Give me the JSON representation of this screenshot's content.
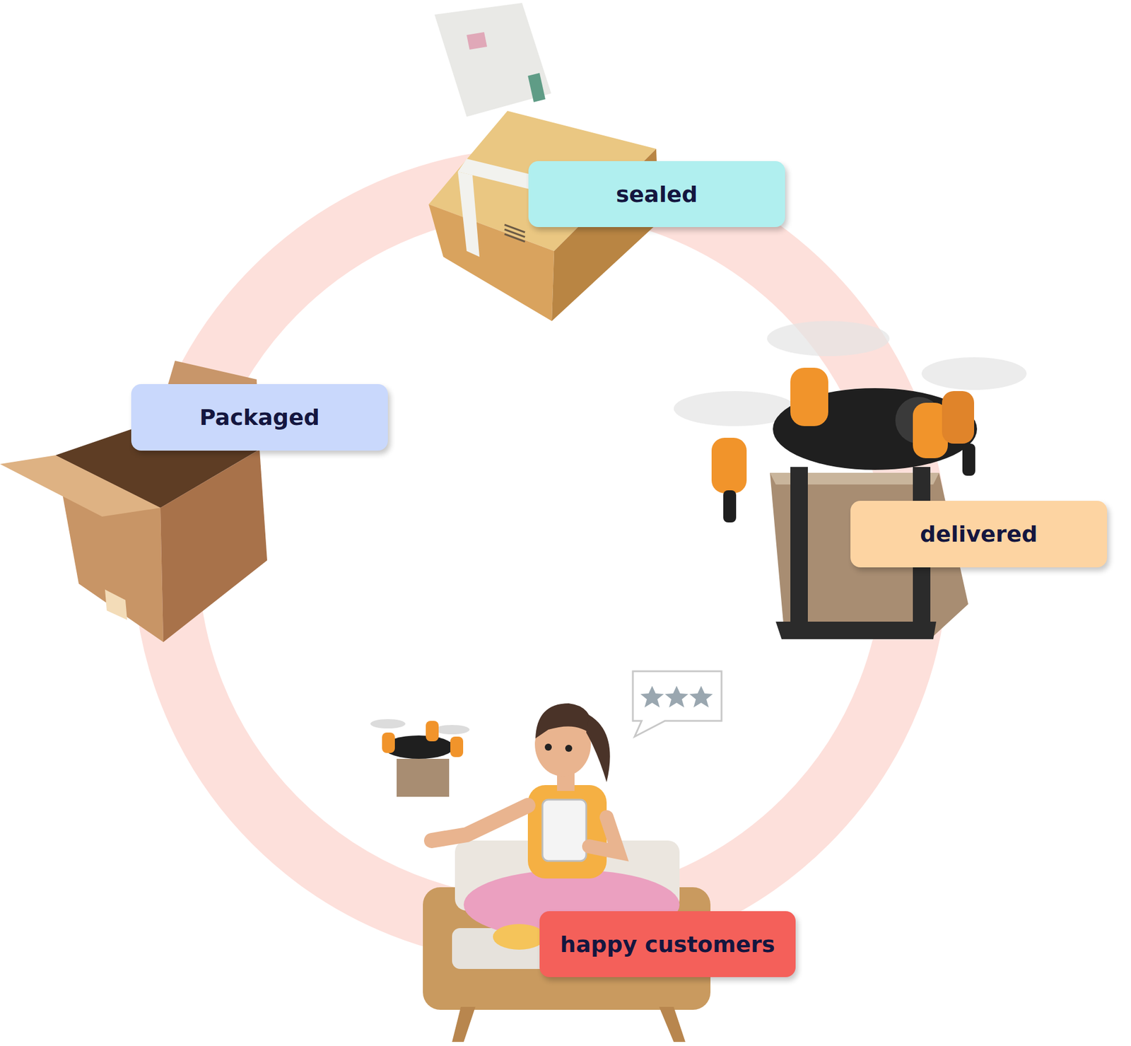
{
  "diagram": {
    "nodes": [
      {
        "text": [
          "sealed"
        ]
      },
      {
        "text": [
          "Packaged"
        ]
      },
      {
        "text": [
          "delivered"
        ]
      },
      {
        "text": [
          "happy customers"
        ]
      }
    ]
  }
}
